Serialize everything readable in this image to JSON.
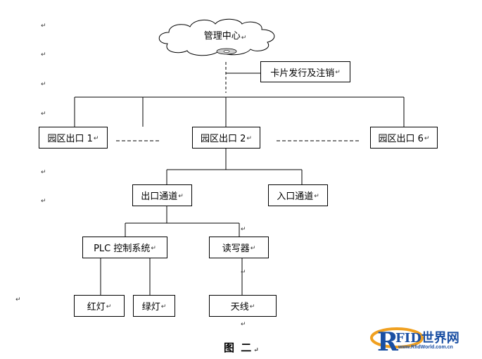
{
  "diagram": {
    "center": "管理中心",
    "card_issue": "卡片发行及注销",
    "exits": {
      "exit1": "园区出口 1",
      "exit2": "园区出口 2",
      "exit6": "园区出口 6"
    },
    "exit_channel": "出口通道",
    "entry_channel": "入口通道",
    "plc": "PLC 控制系统",
    "reader": "读写器",
    "red_light": "红灯",
    "green_light": "绿灯",
    "antenna": "天线",
    "caption": "图 二",
    "paragraph_mark": "↵"
  },
  "logo": {
    "brand": "FID世界网",
    "url": "www.RfidWorld.com.cn"
  }
}
